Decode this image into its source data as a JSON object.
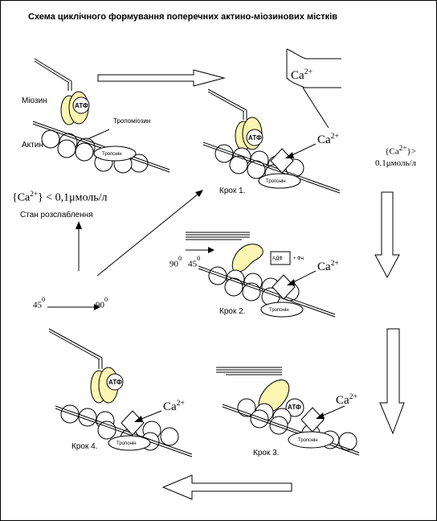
{
  "title": "Схема циклічного формування поперечних актино-міозинових містків",
  "labels": {
    "myosin": "Міозин",
    "actin": "Актин",
    "tropomyosin": "Тропоміозин",
    "troponin": "Тропонін",
    "atp": "АТФ",
    "adp": "АДФ",
    "phosphate": "+ Фн",
    "relaxation_state": "Стан розслаблення",
    "ca_ion_main": "Ca",
    "ca_ion_charge": "2+"
  },
  "conditions": {
    "low_prefix": "{Ca",
    "low_charge": "2+",
    "low_suffix": "} < 0,1μмоль/л",
    "high_prefix": "{Ca",
    "high_charge": "2+",
    "high_suffix": "}>",
    "high_value": "0.1μмоль/л"
  },
  "steps": {
    "step1": "Крок 1.",
    "step2": "Крок 2.",
    "step3": "Крок 3.",
    "step4": "Крок 4."
  },
  "angles": {
    "a45": "45",
    "a90": "90",
    "degree": "0"
  },
  "colors": {
    "myosin_head": "#fcf6b2",
    "stroke": "#000000",
    "background": "#ffffff"
  }
}
